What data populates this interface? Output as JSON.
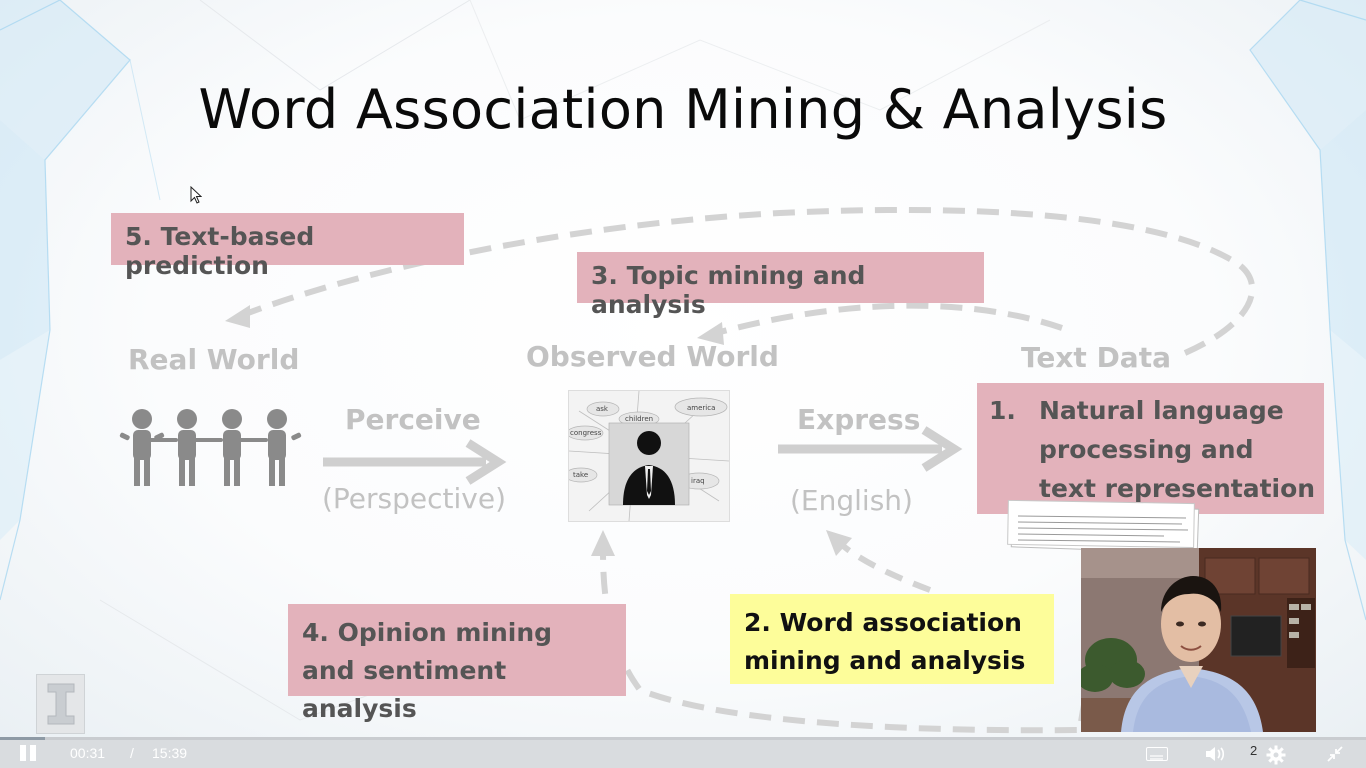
{
  "slide": {
    "title": "Word Association Mining & Analysis",
    "boxes": {
      "text_prediction": "5. Text-based prediction",
      "topic_mining": "3. Topic mining and analysis",
      "nlp_num": "1.",
      "nlp_text": "Natural language processing  and text representation",
      "word_association": "2. Word association mining  and analysis",
      "opinion_mining": "4. Opinion mining and sentiment analysis"
    },
    "labels": {
      "real_world": "Real World",
      "observed_world": "Observed World",
      "text_data": "Text Data",
      "perceive": "Perceive",
      "perspective": "(Perspective)",
      "express": "Express",
      "english": "(English)"
    },
    "word_cloud": [
      "ask",
      "children",
      "america",
      "congress",
      "take",
      "iraq"
    ]
  },
  "player": {
    "current_time": "00:31",
    "separator": "/",
    "total_time": "15:39",
    "progress_fraction": 0.033,
    "playback_speed": "2"
  },
  "colors": {
    "pink_box": "#e3b2bb",
    "yellow_box": "#fdfd9a",
    "gray_text": "#c2c2c2"
  }
}
